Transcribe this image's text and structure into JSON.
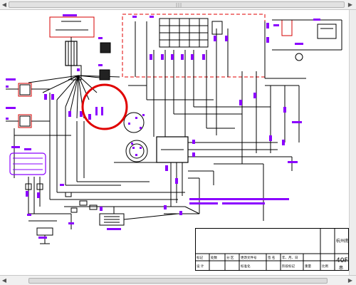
{
  "viewer": {
    "scroll_grip": "|||",
    "scroll_left_arrow": "◀",
    "scroll_right_arrow": "▶"
  },
  "colors": {
    "wire": "#000000",
    "label": "#8b00ff",
    "highlight": "#e00000",
    "frame_dash": "#e00000",
    "component_red": "#d40000"
  },
  "schematic": {
    "labels_note": "Chinese component labels in the drawing are too small to transcribe; represented as purple glyph marks"
  },
  "title_block": {
    "product_code": "40F",
    "product_suffix": "串",
    "company_short": "杭州南",
    "row1": [
      "标记",
      "处数",
      "分 区",
      "更改文件号",
      "签 名",
      "年、月、日"
    ],
    "row2": [
      "设 计",
      "",
      "标准化",
      "",
      "阶段标记",
      "重量",
      "比例"
    ]
  }
}
